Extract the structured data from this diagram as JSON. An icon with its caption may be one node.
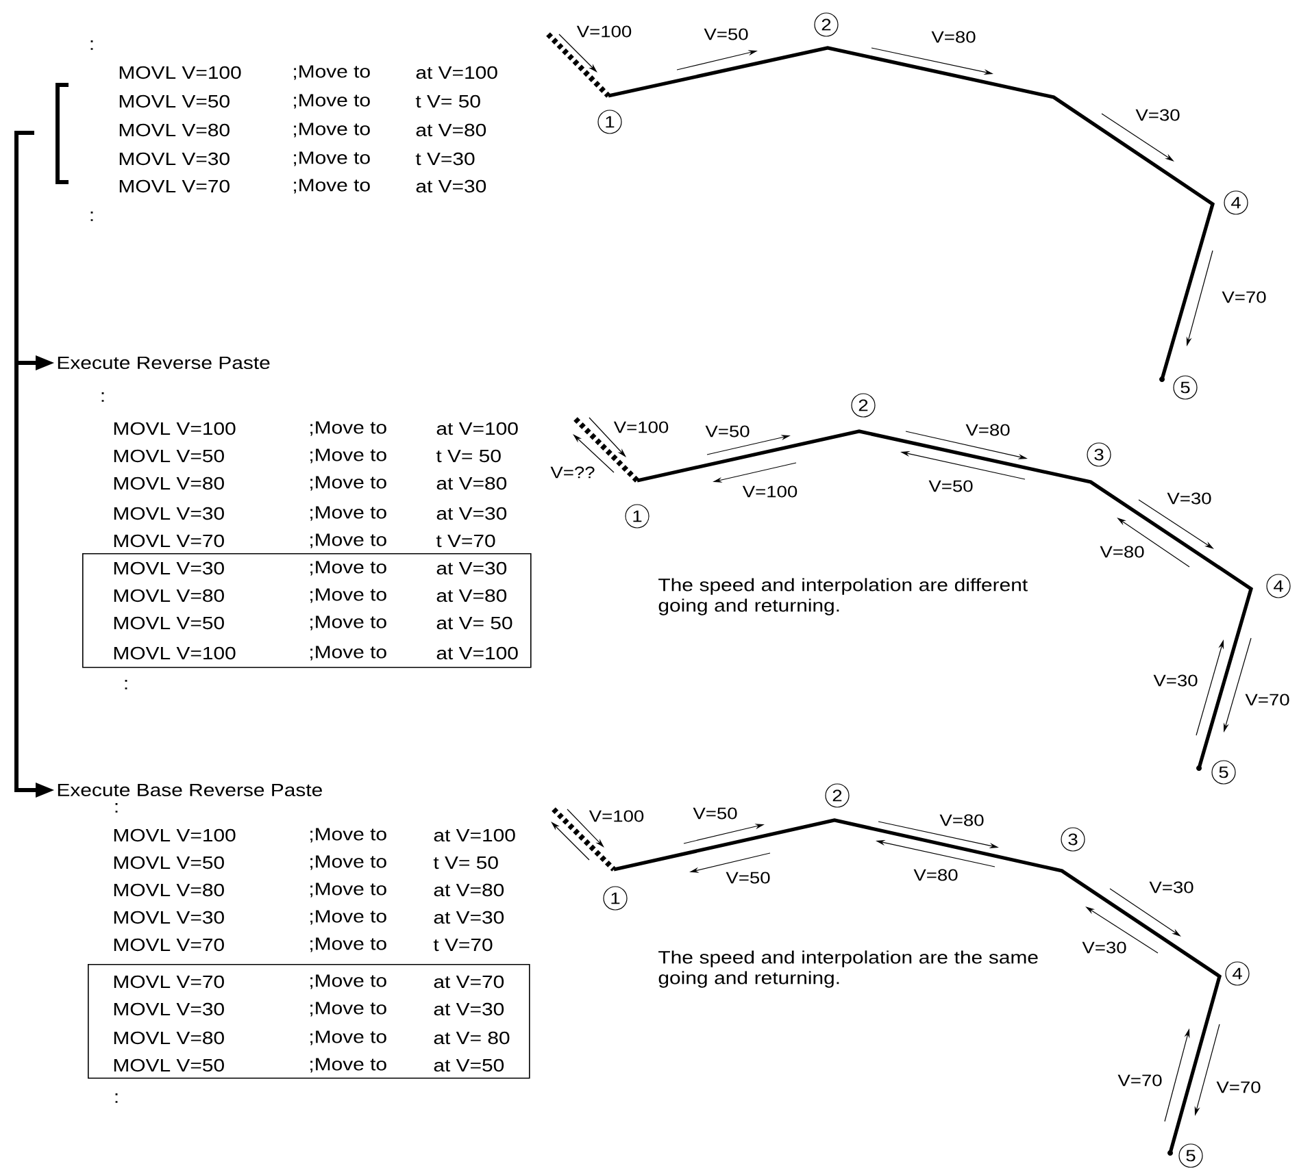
{
  "diagram": {
    "nodes": [
      {
        "text": [
          "Execute Reverse Paste"
        ]
      },
      {
        "text": [
          "MOVL V=30",
          ";Move to",
          "at V=30",
          "MOVL V=80",
          ";Move to",
          "at V=80",
          "MOVL V=50",
          ";Move to",
          "at V= 50",
          "MOVL V=100",
          ";Move to",
          "at V=100"
        ]
      },
      {
        "text": [
          "Execute Base Reverse Paste"
        ]
      },
      {
        "text": [
          "MOVL V=70",
          ";Move to",
          "at V=70",
          "MOVL V=30",
          ";Move to",
          "at V=30",
          "MOVL V=80",
          ";Move to",
          "at V= 80",
          "MOVL V=50",
          ";Move to",
          "at V=50"
        ]
      },
      {
        "text": [
          "1"
        ]
      },
      {
        "text": [
          "2"
        ]
      },
      {
        "text": [
          "4"
        ]
      },
      {
        "text": [
          "5"
        ]
      },
      {
        "text": [
          "1"
        ]
      },
      {
        "text": [
          "2"
        ]
      },
      {
        "text": [
          "3"
        ]
      },
      {
        "text": [
          "4"
        ]
      },
      {
        "text": [
          "5"
        ]
      },
      {
        "text": [
          "1"
        ]
      },
      {
        "text": [
          "2"
        ]
      },
      {
        "text": [
          "3"
        ]
      },
      {
        "text": [
          "4"
        ]
      },
      {
        "text": [
          "5"
        ]
      }
    ],
    "edges": [
      {
        "from": null,
        "to": 0,
        "arrow": "to"
      },
      {
        "from": null,
        "to": 2,
        "arrow": "to"
      }
    ],
    "labels": [
      ":",
      "MOVL V=100",
      ";Move to",
      "at V=100",
      "MOVL V=50",
      ";Move to",
      "t V= 50",
      "MOVL V=80",
      ";Move to",
      "at V=80",
      "MOVL V=30",
      ";Move to",
      "t V=30",
      "MOVL V=70",
      ";Move to",
      "at V=30",
      ":",
      "V=100",
      "V=50",
      "V=80",
      "V=30",
      "V=70",
      ":",
      "MOVL V=100",
      ";Move to",
      "at V=100",
      "MOVL V=50",
      ";Move to",
      "t V= 50",
      "MOVL V=80",
      ";Move to",
      "at V=80",
      "MOVL V=30",
      ";Move to",
      "at V=30",
      "MOVL V=70",
      ";Move to",
      "t V=70",
      ":",
      "V=100",
      "V=??",
      "V=50",
      "V=100",
      "V=80",
      "V=50",
      "V=30",
      "V=80",
      "V=30",
      "V=70",
      "The speed and interpolation are different going and returning.",
      ":",
      "MOVL V=100",
      ";Move to",
      "at V=100",
      "MOVL V=50",
      ";Move to",
      "t V= 50",
      "MOVL V=80",
      ";Move to",
      "at V=80",
      "MOVL V=30",
      ";Move to",
      "at V=30",
      "MOVL V=70",
      ";Move to",
      "t V=70",
      ":",
      "V=100",
      "V=50",
      "V=50",
      "V=80",
      "V=80",
      "V=30",
      "V=30",
      "V=70",
      "V=70",
      "The speed and interpolation are the same going and returning."
    ]
  }
}
